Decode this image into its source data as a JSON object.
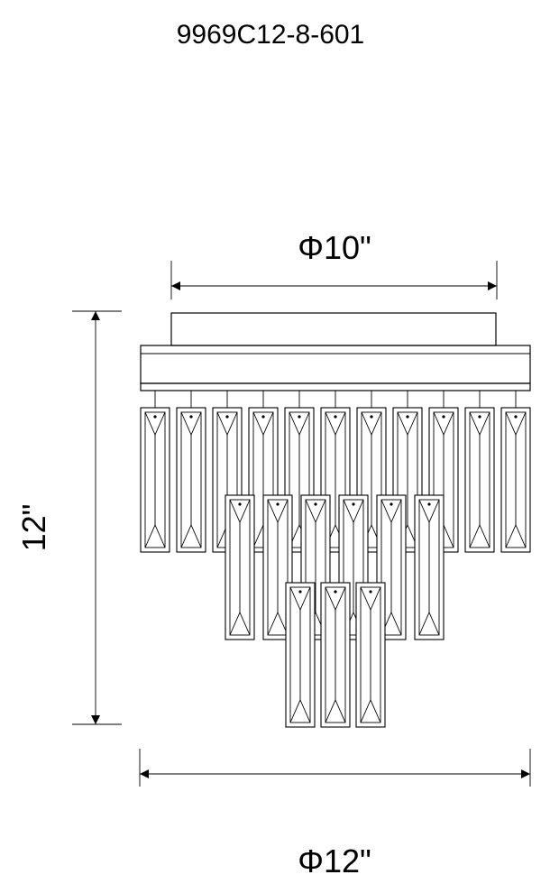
{
  "model_number": "9969C12-8-601",
  "dimensions": {
    "canopy_diameter": "Φ10\"",
    "overall_diameter": "Φ12\"",
    "height": "12\""
  }
}
